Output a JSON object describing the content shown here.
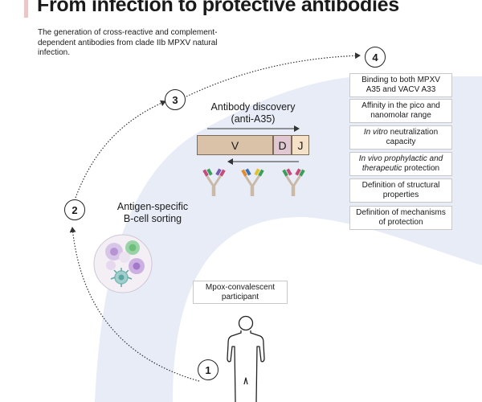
{
  "header": {
    "title": "From infection to protective antibodies",
    "subtitle": "The generation of cross-reactive and complement-dependent antibodies from clade IIb MPXV natural infection."
  },
  "steps": [
    "1",
    "2",
    "3",
    "4"
  ],
  "step1": {
    "label_line1": "Mpox-convalescent",
    "label_line2": "participant"
  },
  "step2": {
    "label_line1": "Antigen-specific",
    "label_line2": "B-cell sorting"
  },
  "step3": {
    "label_line1": "Antibody discovery",
    "label_line2": "(anti-A35)",
    "segments": {
      "v": "V",
      "d": "D",
      "j": "J"
    }
  },
  "step4": {
    "box1_line1": "Binding to both MPXV",
    "box1_line2": "A35 and VACV A33",
    "box2_line1": "Affinity in the pico and",
    "box2_line2": "nanomolar range",
    "box3_italic": "In vitro",
    "box3_rest": " neutralization",
    "box3_line2": "capacity",
    "box4_italic1": "In vivo prophylactic and",
    "box4_italic2": "therapeutic",
    "box4_rest": " protection",
    "box5_line1": "Definition of structural",
    "box5_line2": "properties",
    "box6_line1": "Definition of mechanisms",
    "box6_line2": "of protection"
  },
  "colors": {
    "band": "#e7ecf7",
    "v_segment": "#d9c2a8",
    "d_segment": "#e0c7d2",
    "j_segment": "#f5e0c8",
    "title_accent": "#e9c7c7",
    "cell_purple": "#b893d4",
    "cell_green": "#6cbf7a",
    "cell_teal": "#7fb7b5",
    "plate_bg": "#f4eff5"
  },
  "icons": [
    "person-icon",
    "cell-plate-icon",
    "antibody-icon"
  ]
}
